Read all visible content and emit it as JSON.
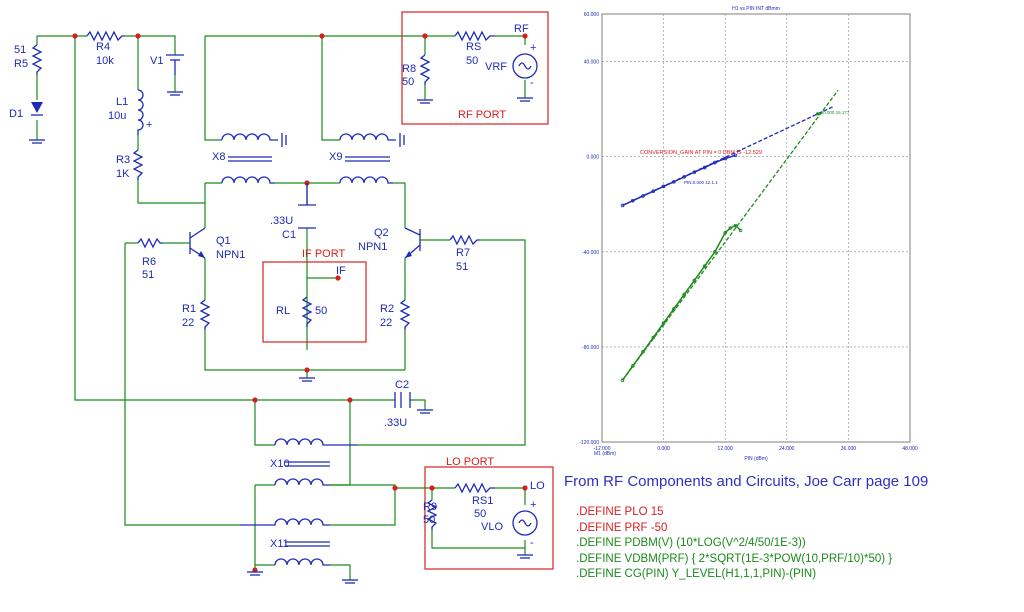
{
  "schematic": {
    "components": {
      "R5": {
        "ref": "R5",
        "value": "51"
      },
      "D1": {
        "ref": "D1"
      },
      "R4": {
        "ref": "R4",
        "value": "10k"
      },
      "V1": {
        "ref": "V1"
      },
      "L1": {
        "ref": "L1",
        "value": "10u"
      },
      "R3": {
        "ref": "R3",
        "value": "1K"
      },
      "X8": {
        "ref": "X8"
      },
      "X9": {
        "ref": "X9"
      },
      "R8": {
        "ref": "R8",
        "value": "50"
      },
      "RS": {
        "ref": "RS",
        "value": "50"
      },
      "VRF": {
        "ref": "VRF"
      },
      "C1": {
        "ref": "C1",
        "value": ".33U"
      },
      "Q1": {
        "ref": "Q1",
        "value": "NPN1"
      },
      "Q2": {
        "ref": "Q2",
        "value": "NPN1"
      },
      "R6": {
        "ref": "R6",
        "value": "51"
      },
      "R7": {
        "ref": "R7",
        "value": "51"
      },
      "R1": {
        "ref": "R1",
        "value": "22"
      },
      "R2": {
        "ref": "R2",
        "value": "22"
      },
      "RL": {
        "ref": "RL",
        "value": "50"
      },
      "C2": {
        "ref": "C2",
        "value": ".33U"
      },
      "X10": {
        "ref": "X10"
      },
      "X11": {
        "ref": "X11"
      },
      "R9": {
        "ref": "R9",
        "value": "50"
      },
      "RS1": {
        "ref": "RS1",
        "value": "50"
      },
      "VLO": {
        "ref": "VLO"
      }
    },
    "ports": {
      "rf": {
        "label": "RF PORT",
        "node": "RF"
      },
      "if": {
        "label": "IF PORT",
        "node": "IF"
      },
      "lo": {
        "label": "LO PORT",
        "node": "LO"
      }
    },
    "polarity": {
      "plus": "+",
      "minus": "-"
    }
  },
  "chart_data": {
    "type": "line",
    "title": "H1 vs PIN INT dBmm",
    "xlabel": "PIN (dBm)",
    "x_min_label": "M1 (dBm)",
    "xlim": [
      -12,
      48
    ],
    "ylim": [
      -120,
      60
    ],
    "x_ticks": [
      "-12.000",
      "0.000",
      "12.000",
      "24.000",
      "36.000",
      "48.000"
    ],
    "y_ticks": [
      "60.000",
      "40.000",
      "0.000",
      "-40.000",
      "-80.000",
      "-120.000"
    ],
    "grid": true,
    "annotations": [
      "CONVERSION_GAIN AT PIN = 0 DBM IS -12.529",
      "PIN:0.000 12.1.1"
    ],
    "series": [
      {
        "color": "#1d2bb8",
        "style": "solid",
        "x": [
          -8,
          -6,
          -4,
          -2,
          0,
          2,
          4,
          6,
          8,
          10,
          12,
          14
        ],
        "y": [
          -20.5,
          -18.5,
          -16.5,
          -14.5,
          -12.5,
          -10.6,
          -8.5,
          -6.5,
          -4.6,
          -2.5,
          -0.8,
          0.6
        ]
      },
      {
        "color": "#1d2bb8",
        "style": "dashed",
        "x": [
          -8,
          33
        ],
        "y": [
          -20.5,
          21
        ]
      },
      {
        "color": "#1c8a1c",
        "style": "solid",
        "x": [
          -8,
          -6,
          -4,
          -2,
          0,
          2,
          4,
          6,
          8,
          10,
          12,
          13,
          14,
          15
        ],
        "y": [
          -94,
          -88,
          -82,
          -76,
          -70,
          -64,
          -58,
          -52,
          -46,
          -40,
          -32,
          -30,
          -29,
          -31
        ]
      },
      {
        "color": "#1c8a1c",
        "style": "dashed",
        "x": [
          -8,
          34
        ],
        "y": [
          -94,
          28
        ]
      }
    ],
    "marker_points": [
      {
        "x": 30,
        "y": 18,
        "label": "30.000 15.177"
      }
    ]
  },
  "caption": "From RF Components and Circuits, Joe Carr page 109",
  "defines": [
    {
      "text": ".DEFINE PLO 15",
      "color": "red"
    },
    {
      "text": ".DEFINE PRF -50",
      "color": "red"
    },
    {
      "text": ".DEFINE PDBM(V) (10*LOG(V^2/4/50/1E-3))",
      "color": "green"
    },
    {
      "text": ".DEFINE VDBM(PRF)  { 2*SQRT(1E-3*POW(10,PRF/10)*50) }",
      "color": "green"
    },
    {
      "text": ".DEFINE CG(PIN)  Y_LEVEL(H1,1,1,PIN)-(PIN)",
      "color": "green"
    }
  ]
}
